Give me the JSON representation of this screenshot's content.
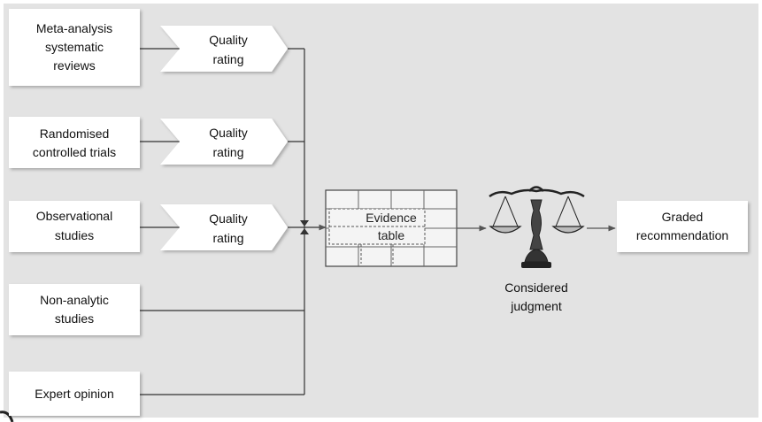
{
  "colors": {
    "background": "#e3e3e3",
    "box_fill": "#ffffff",
    "line": "#333333",
    "table_fill": "#f4f4f4"
  },
  "sources": [
    {
      "lines": [
        "Meta-analysis",
        "systematic",
        "reviews"
      ],
      "rating": [
        "Quality",
        "rating"
      ]
    },
    {
      "lines": [
        "Randomised",
        "controlled trials"
      ],
      "rating": [
        "Quality",
        "rating"
      ]
    },
    {
      "lines": [
        "Observational",
        "studies"
      ],
      "rating": [
        "Quality",
        "rating"
      ]
    },
    {
      "lines": [
        "Non-analytic",
        "studies"
      ]
    },
    {
      "lines": [
        "Expert opinion"
      ]
    }
  ],
  "evidence_table": {
    "lines": [
      "Evidence",
      "table"
    ]
  },
  "judgment": {
    "icon": "balance-scale-icon",
    "label_lines": [
      "Considered",
      "judgment"
    ]
  },
  "output": {
    "lines": [
      "Graded",
      "recommendation"
    ]
  }
}
